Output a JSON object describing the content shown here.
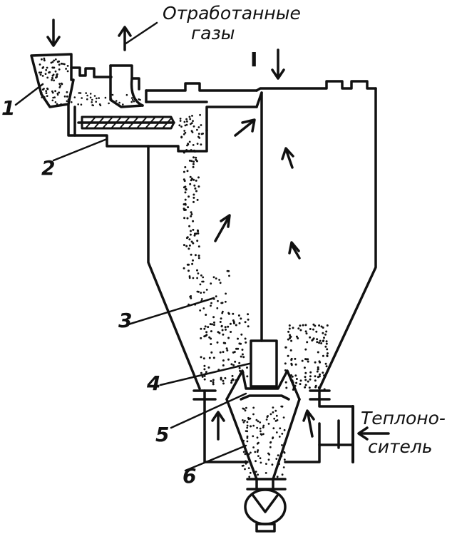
{
  "labels": {
    "exhaust_line1": "Отработанные",
    "exhaust_line2": "газы",
    "coolant_line1": "Теплоно-",
    "coolant_line2": "ситель",
    "n1": "1",
    "n2": "2",
    "n3": "3",
    "n4": "4",
    "n5": "5",
    "n6": "6",
    "roman": "I"
  },
  "colors": {
    "ink": "#111111",
    "paper": "#ffffff"
  }
}
